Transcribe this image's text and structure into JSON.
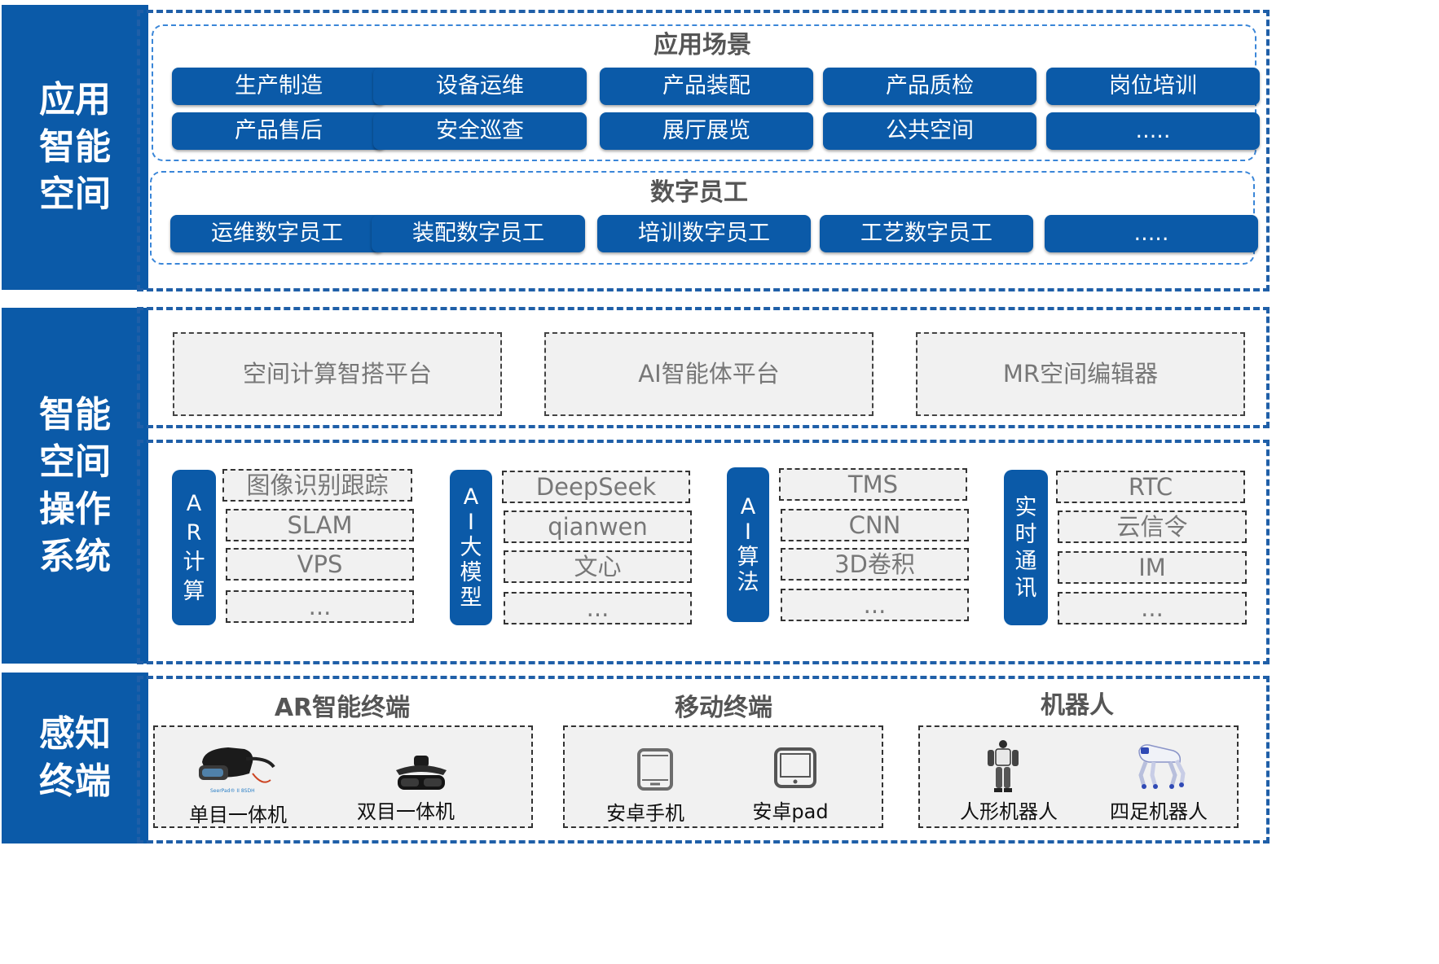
{
  "layers": {
    "application_space": {
      "label": "应用\n智能\n空间"
    },
    "os": {
      "label": "智能\n空间\n操作\n系统"
    },
    "perception": {
      "label": "感知\n终端"
    }
  },
  "scenes": {
    "title": "应用场景",
    "items": [
      "生产制造",
      "设备运维",
      "产品装配",
      "产品质检",
      "岗位培训",
      "产品售后",
      "安全巡查",
      "展厅展览",
      "公共空间",
      "....."
    ]
  },
  "digital_workers": {
    "title": "数字员工",
    "items": [
      "运维数字员工",
      "装配数字员工",
      "培训数字员工",
      "工艺数字员工",
      "....."
    ]
  },
  "platforms": [
    "空间计算智搭平台",
    "AI智能体平台",
    "MR空间编辑器"
  ],
  "capabilities": [
    {
      "tag": "A\nR\n计\n算",
      "modules": [
        "图像识别跟踪",
        "SLAM",
        "VPS",
        "..."
      ]
    },
    {
      "tag": "A\nI\n大\n模\n型",
      "modules": [
        "DeepSeek",
        "qianwen",
        "文心",
        "..."
      ]
    },
    {
      "tag": "A\nI\n算\n法",
      "modules": [
        "TMS",
        "CNN",
        "3D卷积",
        "..."
      ]
    },
    {
      "tag": "实\n时\n通\n讯",
      "modules": [
        "RTC",
        "云信令",
        "IM",
        "..."
      ]
    }
  ],
  "terminals": [
    {
      "title": "AR智能终端",
      "devices": [
        {
          "label": "单目一体机",
          "icon": "ar-headset-icon",
          "caption": "SeerPad® II 8SDH"
        },
        {
          "label": "双目一体机",
          "icon": "ar-glasses-icon"
        }
      ]
    },
    {
      "title": "移动终端",
      "devices": [
        {
          "label": "安卓手机",
          "icon": "phone-icon"
        },
        {
          "label": "安卓pad",
          "icon": "tablet-icon"
        }
      ]
    },
    {
      "title": "机器人",
      "devices": [
        {
          "label": "人形机器人",
          "icon": "humanoid-robot-icon"
        },
        {
          "label": "四足机器人",
          "icon": "quadruped-robot-icon"
        }
      ]
    }
  ],
  "colors": {
    "primary": "#0b5aa8",
    "frame": "#1f5fa8",
    "box_fill": "#f1f1f1"
  }
}
